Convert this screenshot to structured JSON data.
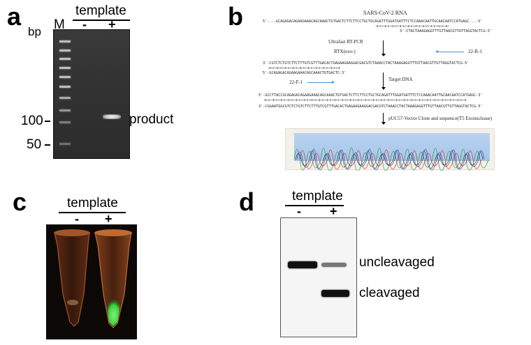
{
  "panel_a": {
    "letter": "a",
    "template_label": "template",
    "bp_label": "bp",
    "marker_label": "M",
    "minus": "-",
    "plus": "+",
    "size_100": "100",
    "size_50": "50",
    "product_label": "product"
  },
  "panel_b": {
    "letter": "b",
    "rna_title": "SARS-CoV-2 RNA",
    "seq_line1": "5'-...GCAGAGACAGAAGAAACAGCAAACTGTGACTCTTCTTCCTGCTGCAGATTTGGATGATTTCTCCAAACAATTGCAACAATCCATGAGC...-3'",
    "seq_line2": "3'-CTACTAAAGAGGTTTGTTAACGTTGTTAGGTACTCG-5'",
    "step1": "Ultrafast RT-PCR",
    "step2": "RTX(exo-)",
    "primer_r": "22-R-1",
    "seq_line3": "3'-CGTCTCTGTCTTCTTTGTCGTTTGACACTGAGAAGAAGGACGACGTCTAAACCTACTAAAGAGGTTTGTTAACGTTGTTAGGTACTCG-5'",
    "seq_line4": "5'-GCAGAGACAGAAGAAACAGCAAACTGTGACTC-3'",
    "primer_f": "22-F-1",
    "step3": "Target DNA",
    "seq_line5": "5'-GCCTTACCGCAGAGACAGAAGAAACAGCAAACTGTGACTCTTCTTCCTGCTGCAGATTTGGATGATTTCTCCAAACAATTGCAACAATCCATGAGC-3'",
    "seq_line6": "3'-CGGAATGGCGTCTCTGTCTTCTTTGTCGTTTGACACTGAGAAGAAGGACGACGTCTAAACCTACTAAAGAGGTTTGTTAACGTTGTTAGGTACTCG-5'",
    "step4": "pUC57-Vector Clone and sequence(T5 Exonuclease)"
  },
  "panel_c": {
    "letter": "c",
    "template_label": "template",
    "minus": "-",
    "plus": "+"
  },
  "panel_d": {
    "letter": "d",
    "template_label": "template",
    "minus": "-",
    "plus": "+",
    "uncleaved_label": "uncleavaged",
    "cleaved_label": "cleavaged"
  },
  "colors": {
    "gel_a_bg": "#333333",
    "gel_d_bg": "#f5f5f5",
    "highlight_red": "#e05a4a",
    "highlight_orange": "#e0a040",
    "primer_arrow": "#4a90d9",
    "fluorescence_green": "#3cd23c"
  }
}
